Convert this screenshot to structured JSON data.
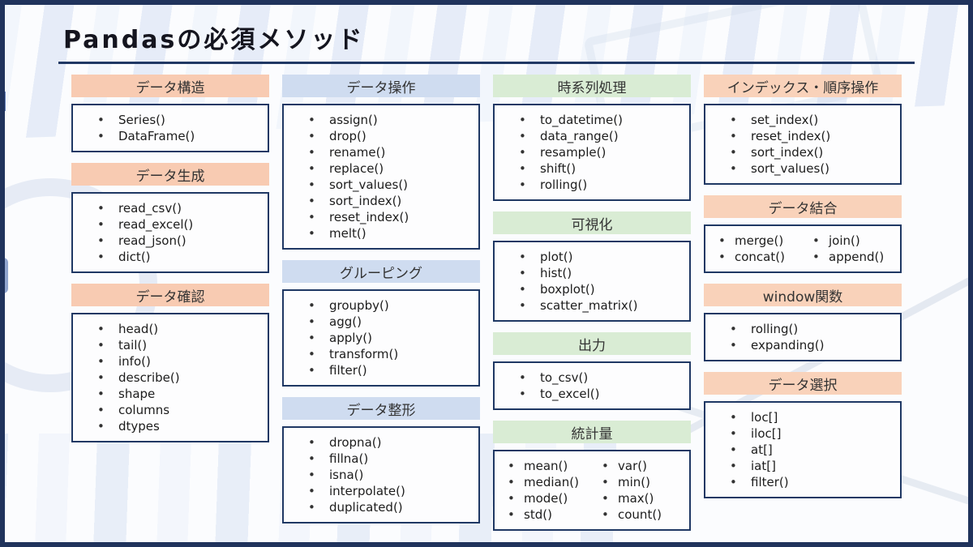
{
  "title": "Pandasの必須メソッド",
  "colors": {
    "frame_navy": "#20335c",
    "box_border_navy": "#1f3864",
    "title_rule_navy": "#203864",
    "header_pink": "#f8cbb2",
    "header_lavender": "#cfdcf0",
    "header_green": "#d9ecd4",
    "header_peach": "#f9d2ba"
  },
  "columns": [
    {
      "theme": "header_pink",
      "boxes": [
        {
          "id": "data-structure",
          "header": "データ構造",
          "items": [
            "Series()",
            "DataFrame()"
          ]
        },
        {
          "id": "data-generation",
          "header": "データ生成",
          "items": [
            "read_csv()",
            "read_excel()",
            "read_json()",
            "dict()"
          ]
        },
        {
          "id": "data-check",
          "header": "データ確認",
          "items": [
            "head()",
            "tail()",
            "info()",
            "describe()",
            "shape",
            "columns",
            "dtypes"
          ]
        }
      ]
    },
    {
      "theme": "header_lavender",
      "boxes": [
        {
          "id": "data-operation",
          "header": "データ操作",
          "items": [
            "assign()",
            "drop()",
            "rename()",
            "replace()",
            "sort_values()",
            "sort_index()",
            "reset_index()",
            "melt()"
          ]
        },
        {
          "id": "grouping",
          "header": "グルーピング",
          "items": [
            "groupby()",
            "agg()",
            "apply()",
            "transform()",
            "filter()"
          ]
        },
        {
          "id": "data-reshaping",
          "header": "データ整形",
          "items": [
            "dropna()",
            "fillna()",
            "isna()",
            "interpolate()",
            "duplicated()"
          ]
        }
      ]
    },
    {
      "theme": "header_green",
      "boxes": [
        {
          "id": "timeseries",
          "header": "時系列処理",
          "items": [
            "to_datetime()",
            "data_range()",
            "resample()",
            "shift()",
            "rolling()"
          ]
        },
        {
          "id": "visualization",
          "header": "可視化",
          "items": [
            "plot()",
            "hist()",
            "boxplot()",
            "scatter_matrix()"
          ]
        },
        {
          "id": "output",
          "header": "出力",
          "items": [
            "to_csv()",
            "to_excel()"
          ]
        },
        {
          "id": "statistics",
          "header": "統計量",
          "columns_items": [
            [
              "mean()",
              "median()",
              "mode()",
              "std()"
            ],
            [
              "var()",
              "min()",
              "max()",
              "count()"
            ]
          ]
        }
      ]
    },
    {
      "theme": "header_peach",
      "boxes": [
        {
          "id": "index-order",
          "header": "インデックス・順序操作",
          "items": [
            "set_index()",
            "reset_index()",
            "sort_index()",
            "sort_values()"
          ]
        },
        {
          "id": "data-join",
          "header": "データ結合",
          "columns_items": [
            [
              "merge()",
              "concat()"
            ],
            [
              "join()",
              "append()"
            ]
          ]
        },
        {
          "id": "window-functions",
          "header": "window関数",
          "items": [
            "rolling()",
            "expanding()"
          ]
        },
        {
          "id": "data-selection",
          "header": "データ選択",
          "items": [
            "loc[]",
            "iloc[]",
            "at[]",
            "iat[]",
            "filter()"
          ]
        }
      ]
    }
  ]
}
